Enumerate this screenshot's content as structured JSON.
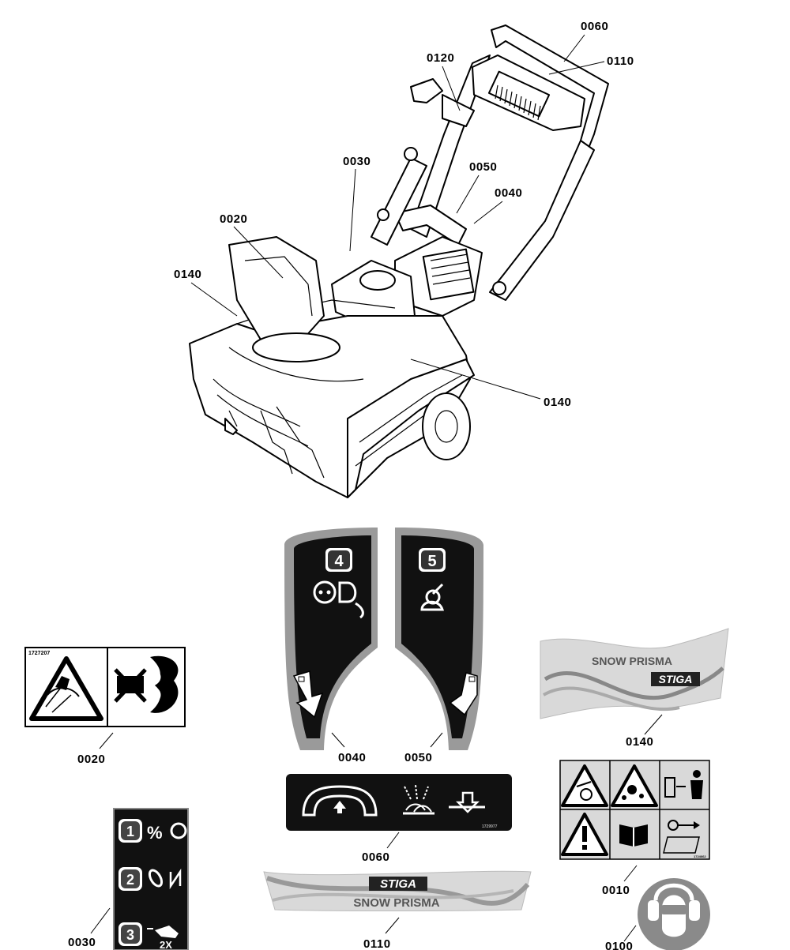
{
  "callouts": {
    "c0060_top": "0060",
    "c0110_top": "0110",
    "c0120": "0120",
    "c0030_top": "0030",
    "c0050_top": "0050",
    "c0040_top": "0040",
    "c0020_top": "0020",
    "c0140_left": "0140",
    "c0140_right": "0140",
    "c0020": "0020",
    "c0040": "0040",
    "c0050": "0050",
    "c0140": "0140",
    "c0060": "0060",
    "c0010": "0010",
    "c0030": "0030",
    "c0110": "0110",
    "c0100": "0100"
  },
  "decals": {
    "d0040": {
      "step": "4"
    },
    "d0050": {
      "step": "5"
    },
    "d0030": {
      "steps": [
        "1",
        "2",
        "3"
      ],
      "count_label": "2X"
    },
    "d0020": {
      "part_number": "1727207"
    },
    "d0060": {
      "part_number": "1729977"
    },
    "d0010": {
      "part_number": "1724662"
    },
    "d0140": {
      "product": "SNOW PRISMA",
      "brand": "STIGA"
    },
    "d0110": {
      "product": "SNOW PRISMA",
      "brand": "STIGA"
    }
  },
  "colors": {
    "ink": "#000000",
    "decal_black": "#111111",
    "decal_gray": "#9a9a9a",
    "panel_gray": "#d9d9d9"
  }
}
